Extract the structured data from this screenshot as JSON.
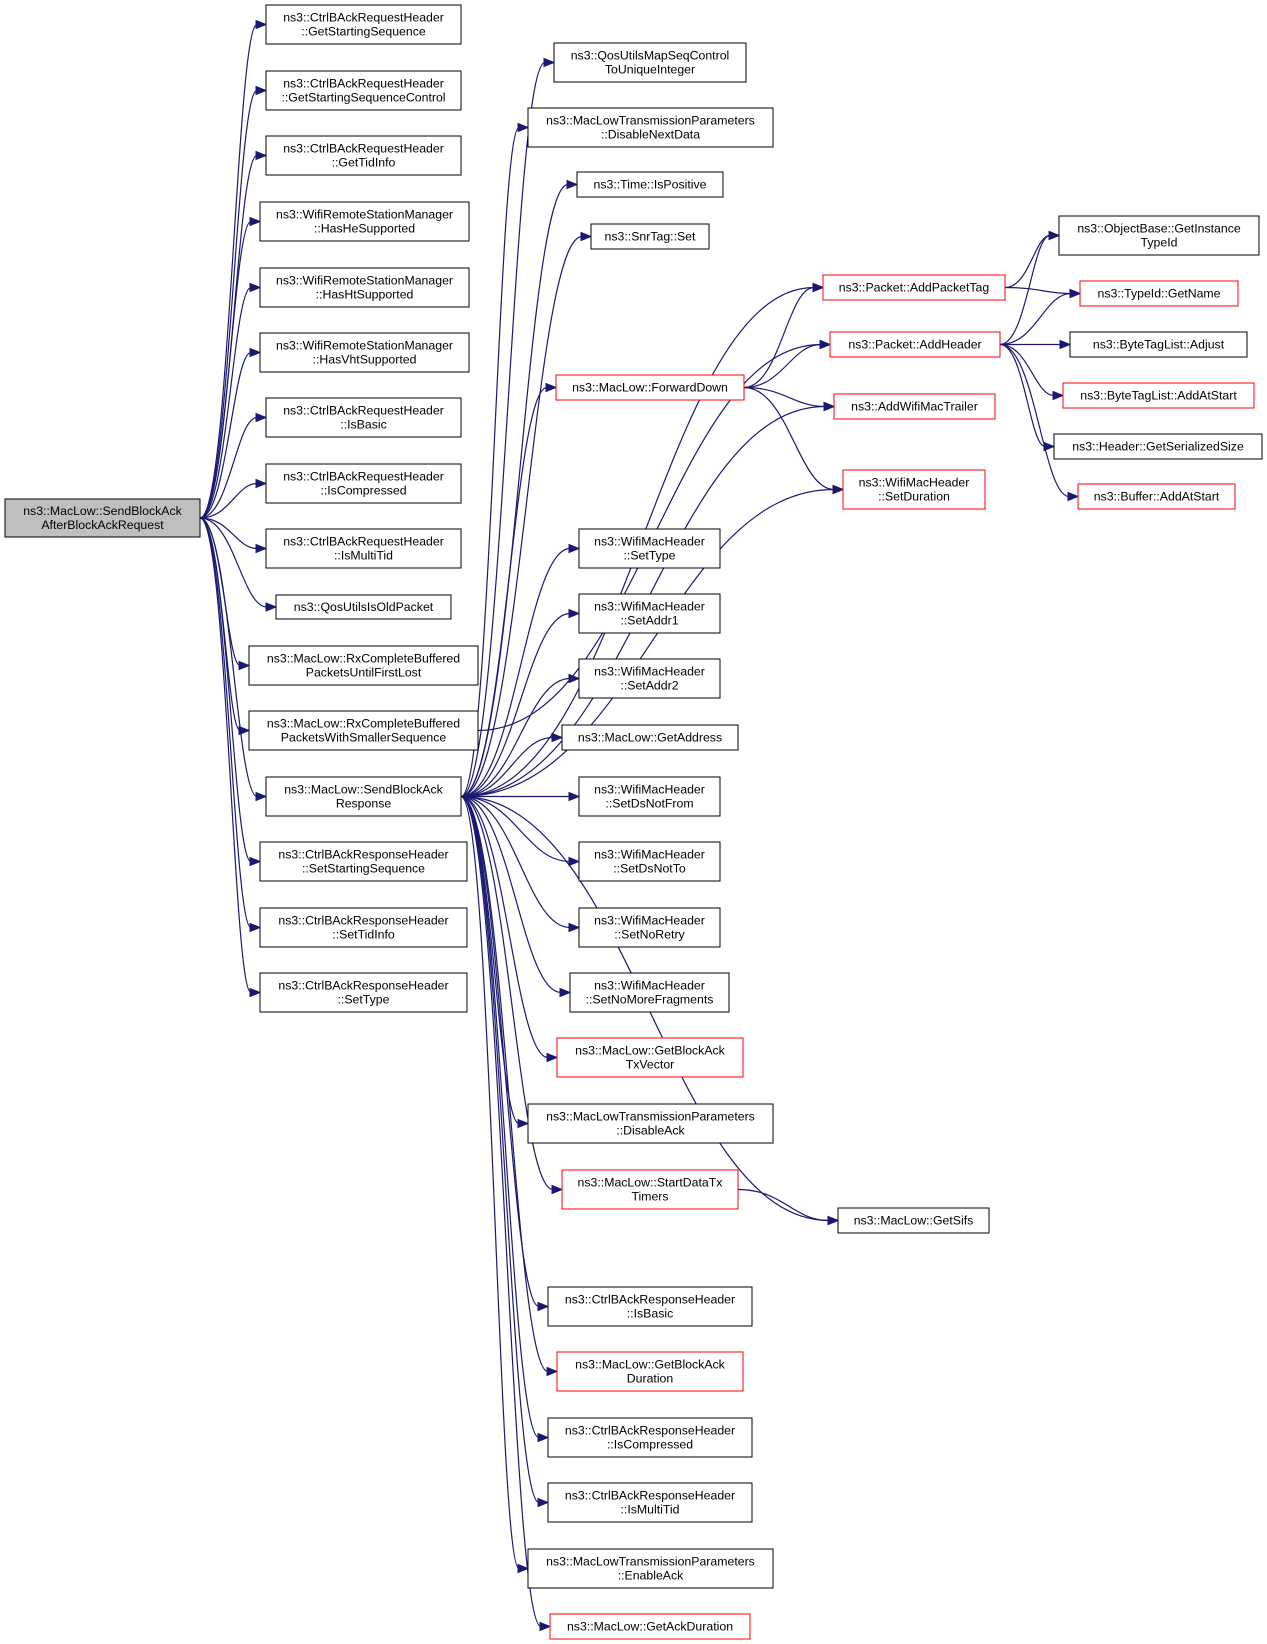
{
  "colors": {
    "edge": "#191970",
    "box_border": "#000000",
    "truncated_border": "#ff0000",
    "root_fill": "#bfbfbf",
    "background": "#ffffff"
  },
  "nodes": [
    {
      "id": "root",
      "lines": [
        "ns3::MacLow::SendBlockAck",
        "AfterBlockAckRequest"
      ],
      "style": "root"
    },
    {
      "id": "n1",
      "lines": [
        "ns3::CtrlBAckRequestHeader",
        "::GetStartingSequence"
      ],
      "style": "normal"
    },
    {
      "id": "n2",
      "lines": [
        "ns3::CtrlBAckRequestHeader",
        "::GetStartingSequenceControl"
      ],
      "style": "normal"
    },
    {
      "id": "n3",
      "lines": [
        "ns3::CtrlBAckRequestHeader",
        "::GetTidInfo"
      ],
      "style": "normal"
    },
    {
      "id": "n4",
      "lines": [
        "ns3::WifiRemoteStationManager",
        "::HasHeSupported"
      ],
      "style": "normal"
    },
    {
      "id": "n5",
      "lines": [
        "ns3::WifiRemoteStationManager",
        "::HasHtSupported"
      ],
      "style": "normal"
    },
    {
      "id": "n6",
      "lines": [
        "ns3::WifiRemoteStationManager",
        "::HasVhtSupported"
      ],
      "style": "normal"
    },
    {
      "id": "n7",
      "lines": [
        "ns3::CtrlBAckRequestHeader",
        "::IsBasic"
      ],
      "style": "normal"
    },
    {
      "id": "n8",
      "lines": [
        "ns3::CtrlBAckRequestHeader",
        "::IsCompressed"
      ],
      "style": "normal"
    },
    {
      "id": "n9",
      "lines": [
        "ns3::CtrlBAckRequestHeader",
        "::IsMultiTid"
      ],
      "style": "normal"
    },
    {
      "id": "n10",
      "lines": [
        "ns3::QosUtilsIsOldPacket"
      ],
      "style": "normal"
    },
    {
      "id": "n11",
      "lines": [
        "ns3::MacLow::RxCompleteBuffered",
        "PacketsUntilFirstLost"
      ],
      "style": "normal"
    },
    {
      "id": "n12",
      "lines": [
        "ns3::MacLow::RxCompleteBuffered",
        "PacketsWithSmallerSequence"
      ],
      "style": "normal"
    },
    {
      "id": "n13",
      "lines": [
        "ns3::MacLow::SendBlockAck",
        "Response"
      ],
      "style": "normal"
    },
    {
      "id": "n14",
      "lines": [
        "ns3::CtrlBAckResponseHeader",
        "::SetStartingSequence"
      ],
      "style": "normal"
    },
    {
      "id": "n15",
      "lines": [
        "ns3::CtrlBAckResponseHeader",
        "::SetTidInfo"
      ],
      "style": "normal"
    },
    {
      "id": "n16",
      "lines": [
        "ns3::CtrlBAckResponseHeader",
        "::SetType"
      ],
      "style": "normal"
    },
    {
      "id": "m1",
      "lines": [
        "ns3::QosUtilsMapSeqControl",
        "ToUniqueInteger"
      ],
      "style": "normal"
    },
    {
      "id": "m2",
      "lines": [
        "ns3::MacLowTransmissionParameters",
        "::DisableNextData"
      ],
      "style": "normal"
    },
    {
      "id": "m3",
      "lines": [
        "ns3::Time::IsPositive"
      ],
      "style": "normal"
    },
    {
      "id": "m4",
      "lines": [
        "ns3::SnrTag::Set"
      ],
      "style": "normal"
    },
    {
      "id": "m5",
      "lines": [
        "ns3::MacLow::ForwardDown"
      ],
      "style": "truncated"
    },
    {
      "id": "m6",
      "lines": [
        "ns3::WifiMacHeader",
        "::SetType"
      ],
      "style": "normal"
    },
    {
      "id": "m7",
      "lines": [
        "ns3::WifiMacHeader",
        "::SetAddr1"
      ],
      "style": "normal"
    },
    {
      "id": "m8",
      "lines": [
        "ns3::WifiMacHeader",
        "::SetAddr2"
      ],
      "style": "normal"
    },
    {
      "id": "m9",
      "lines": [
        "ns3::MacLow::GetAddress"
      ],
      "style": "normal"
    },
    {
      "id": "m10",
      "lines": [
        "ns3::WifiMacHeader",
        "::SetDsNotFrom"
      ],
      "style": "normal"
    },
    {
      "id": "m11",
      "lines": [
        "ns3::WifiMacHeader",
        "::SetDsNotTo"
      ],
      "style": "normal"
    },
    {
      "id": "m12",
      "lines": [
        "ns3::WifiMacHeader",
        "::SetNoRetry"
      ],
      "style": "normal"
    },
    {
      "id": "m13",
      "lines": [
        "ns3::WifiMacHeader",
        "::SetNoMoreFragments"
      ],
      "style": "normal"
    },
    {
      "id": "m14",
      "lines": [
        "ns3::MacLow::GetBlockAck",
        "TxVector"
      ],
      "style": "truncated"
    },
    {
      "id": "m15",
      "lines": [
        "ns3::MacLowTransmissionParameters",
        "::DisableAck"
      ],
      "style": "normal"
    },
    {
      "id": "m16",
      "lines": [
        "ns3::MacLow::StartDataTx",
        "Timers"
      ],
      "style": "truncated"
    },
    {
      "id": "m17",
      "lines": [
        "ns3::CtrlBAckResponseHeader",
        "::IsBasic"
      ],
      "style": "normal"
    },
    {
      "id": "m18",
      "lines": [
        "ns3::MacLow::GetBlockAck",
        "Duration"
      ],
      "style": "truncated"
    },
    {
      "id": "m19",
      "lines": [
        "ns3::CtrlBAckResponseHeader",
        "::IsCompressed"
      ],
      "style": "normal"
    },
    {
      "id": "m20",
      "lines": [
        "ns3::CtrlBAckResponseHeader",
        "::IsMultiTid"
      ],
      "style": "normal"
    },
    {
      "id": "m21",
      "lines": [
        "ns3::MacLowTransmissionParameters",
        "::EnableAck"
      ],
      "style": "normal"
    },
    {
      "id": "m22",
      "lines": [
        "ns3::MacLow::GetAckDuration"
      ],
      "style": "truncated"
    },
    {
      "id": "p1",
      "lines": [
        "ns3::Packet::AddPacketTag"
      ],
      "style": "truncated"
    },
    {
      "id": "p2",
      "lines": [
        "ns3::Packet::AddHeader"
      ],
      "style": "truncated"
    },
    {
      "id": "p3",
      "lines": [
        "ns3::AddWifiMacTrailer"
      ],
      "style": "truncated"
    },
    {
      "id": "p4",
      "lines": [
        "ns3::WifiMacHeader",
        "::SetDuration"
      ],
      "style": "truncated"
    },
    {
      "id": "p5",
      "lines": [
        "ns3::MacLow::GetSifs"
      ],
      "style": "normal"
    },
    {
      "id": "q1",
      "lines": [
        "ns3::ObjectBase::GetInstance",
        "TypeId"
      ],
      "style": "normal"
    },
    {
      "id": "q2",
      "lines": [
        "ns3::TypeId::GetName"
      ],
      "style": "truncated"
    },
    {
      "id": "q3",
      "lines": [
        "ns3::ByteTagList::Adjust"
      ],
      "style": "normal"
    },
    {
      "id": "q4",
      "lines": [
        "ns3::ByteTagList::AddAtStart"
      ],
      "style": "truncated"
    },
    {
      "id": "q5",
      "lines": [
        "ns3::Header::GetSerializedSize"
      ],
      "style": "normal"
    },
    {
      "id": "q6",
      "lines": [
        "ns3::Buffer::AddAtStart"
      ],
      "style": "truncated"
    }
  ],
  "edges": [
    [
      "root",
      "n1"
    ],
    [
      "root",
      "n2"
    ],
    [
      "root",
      "n3"
    ],
    [
      "root",
      "n4"
    ],
    [
      "root",
      "n5"
    ],
    [
      "root",
      "n6"
    ],
    [
      "root",
      "n7"
    ],
    [
      "root",
      "n8"
    ],
    [
      "root",
      "n9"
    ],
    [
      "root",
      "n10"
    ],
    [
      "root",
      "n11"
    ],
    [
      "root",
      "n12"
    ],
    [
      "root",
      "n13"
    ],
    [
      "root",
      "n14"
    ],
    [
      "root",
      "n15"
    ],
    [
      "root",
      "n16"
    ],
    [
      "n12",
      "p2"
    ],
    [
      "n13",
      "m1"
    ],
    [
      "n13",
      "m2"
    ],
    [
      "n13",
      "m3"
    ],
    [
      "n13",
      "m4"
    ],
    [
      "n13",
      "p1"
    ],
    [
      "n13",
      "m5"
    ],
    [
      "n13",
      "p3"
    ],
    [
      "n13",
      "p4"
    ],
    [
      "n13",
      "m6"
    ],
    [
      "n13",
      "m7"
    ],
    [
      "n13",
      "m8"
    ],
    [
      "n13",
      "m9"
    ],
    [
      "n13",
      "m10"
    ],
    [
      "n13",
      "m11"
    ],
    [
      "n13",
      "m12"
    ],
    [
      "n13",
      "m13"
    ],
    [
      "n13",
      "m14"
    ],
    [
      "n13",
      "m15"
    ],
    [
      "n13",
      "m16"
    ],
    [
      "n13",
      "p5"
    ],
    [
      "n13",
      "m17"
    ],
    [
      "n13",
      "m18"
    ],
    [
      "n13",
      "m19"
    ],
    [
      "n13",
      "m20"
    ],
    [
      "n13",
      "m21"
    ],
    [
      "n13",
      "m22"
    ],
    [
      "m5",
      "p1"
    ],
    [
      "m5",
      "p2"
    ],
    [
      "m5",
      "p3"
    ],
    [
      "m5",
      "p4"
    ],
    [
      "m16",
      "p5"
    ],
    [
      "p1",
      "q1"
    ],
    [
      "p1",
      "q2"
    ],
    [
      "p2",
      "q1"
    ],
    [
      "p2",
      "q2"
    ],
    [
      "p2",
      "q3"
    ],
    [
      "p2",
      "q4"
    ],
    [
      "p2",
      "q5"
    ],
    [
      "p2",
      "q6"
    ]
  ]
}
